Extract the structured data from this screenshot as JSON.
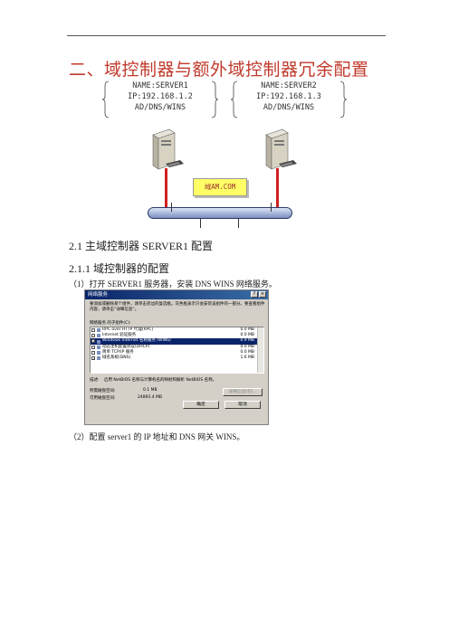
{
  "heading": "二、域控制器与额外域控制器冗余配置",
  "servers": [
    {
      "name": "NAME:SERVER1",
      "ip": "IP:192.168.1.2",
      "roles": "AD/DNS/WINS"
    },
    {
      "name": "NAME:SERVER2",
      "ip": "IP:192.168.1.3",
      "roles": "AD/DNS/WINS"
    }
  ],
  "domain_label": "域AM.COM",
  "section_2_1": "2.1  主域控制器 SERVER1 配置",
  "section_2_1_1": "2.1.1  域控制器的配置",
  "step1": "（1）打开 SERVER1 服务器，安装 DNS WINS 网络服务。",
  "step2": "（2）配置 server1 的 IP 地址和 DNS  网关  WINS。",
  "dialog": {
    "title": "网络服务",
    "description": "要添加或删除某个组件，请单击旁边的复选框。灰色框表示只会安装该组件的一部分。要查看组件内容，请单击“详细信息”。",
    "list_label": "网络服务 的子组件(C):",
    "items": [
      {
        "name": "RPC over HTTP 代理(RPC)",
        "size": "0.0 MB",
        "checked": false,
        "selected": false
      },
      {
        "name": "Internet 验证服务",
        "size": "0.0 MB",
        "checked": false,
        "selected": false
      },
      {
        "name": "Windows Internet 名称服务 (WINS)",
        "size": "0.9 MB",
        "checked": true,
        "selected": true
      },
      {
        "name": "动态主机配置协议(DHCP)",
        "size": "0.0 MB",
        "checked": false,
        "selected": false
      },
      {
        "name": "简单 TCP/IP 服务",
        "size": "0.0 MB",
        "checked": false,
        "selected": false
      },
      {
        "name": "域名系统(DNS)",
        "size": "1.6 MB",
        "checked": true,
        "selected": false
      }
    ],
    "description_label": "描述:",
    "description_text": "启用 NetBIOS 名称与计算机名的映射和解析 NetBIOS 名称。",
    "required_label": "所需磁盘空间:",
    "required_value": "0.1 MB",
    "available_label": "可用磁盘空间:",
    "available_value": "24893.4 MB",
    "details_button": "详细信息(D)...",
    "ok_button": "确定",
    "cancel_button": "取消"
  }
}
